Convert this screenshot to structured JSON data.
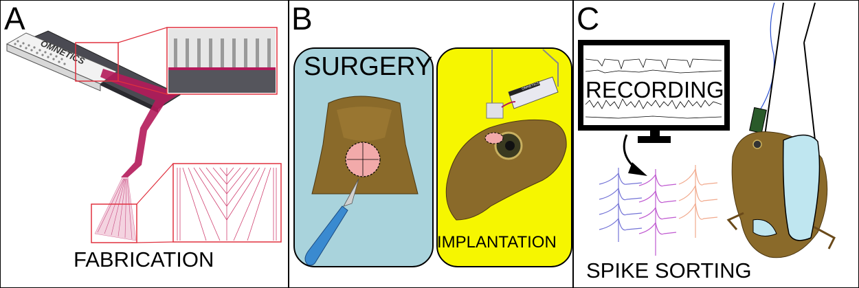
{
  "panels": [
    {
      "letter": "A",
      "caption": "FABRICATION",
      "connector_brand": "OMNETICS"
    },
    {
      "letter": "B",
      "box_left_label": "SURGERY",
      "box_right_label": "IMPLANTATION",
      "connector_brand": "OMNETICS"
    },
    {
      "letter": "C",
      "monitor_label": "RECORDING",
      "caption": "SPIKE SORTING"
    }
  ],
  "colors": {
    "surgery_box": "#a9d3dc",
    "implant_box": "#f6f600",
    "probe": "#b4195a",
    "zoom_frame": "#e0303e",
    "sling": "#bfe6f0",
    "wire": "#2a4fd0",
    "waveform_blue": "#5b5bd0",
    "waveform_magenta": "#b43cc8",
    "waveform_peach": "#f0a080"
  }
}
